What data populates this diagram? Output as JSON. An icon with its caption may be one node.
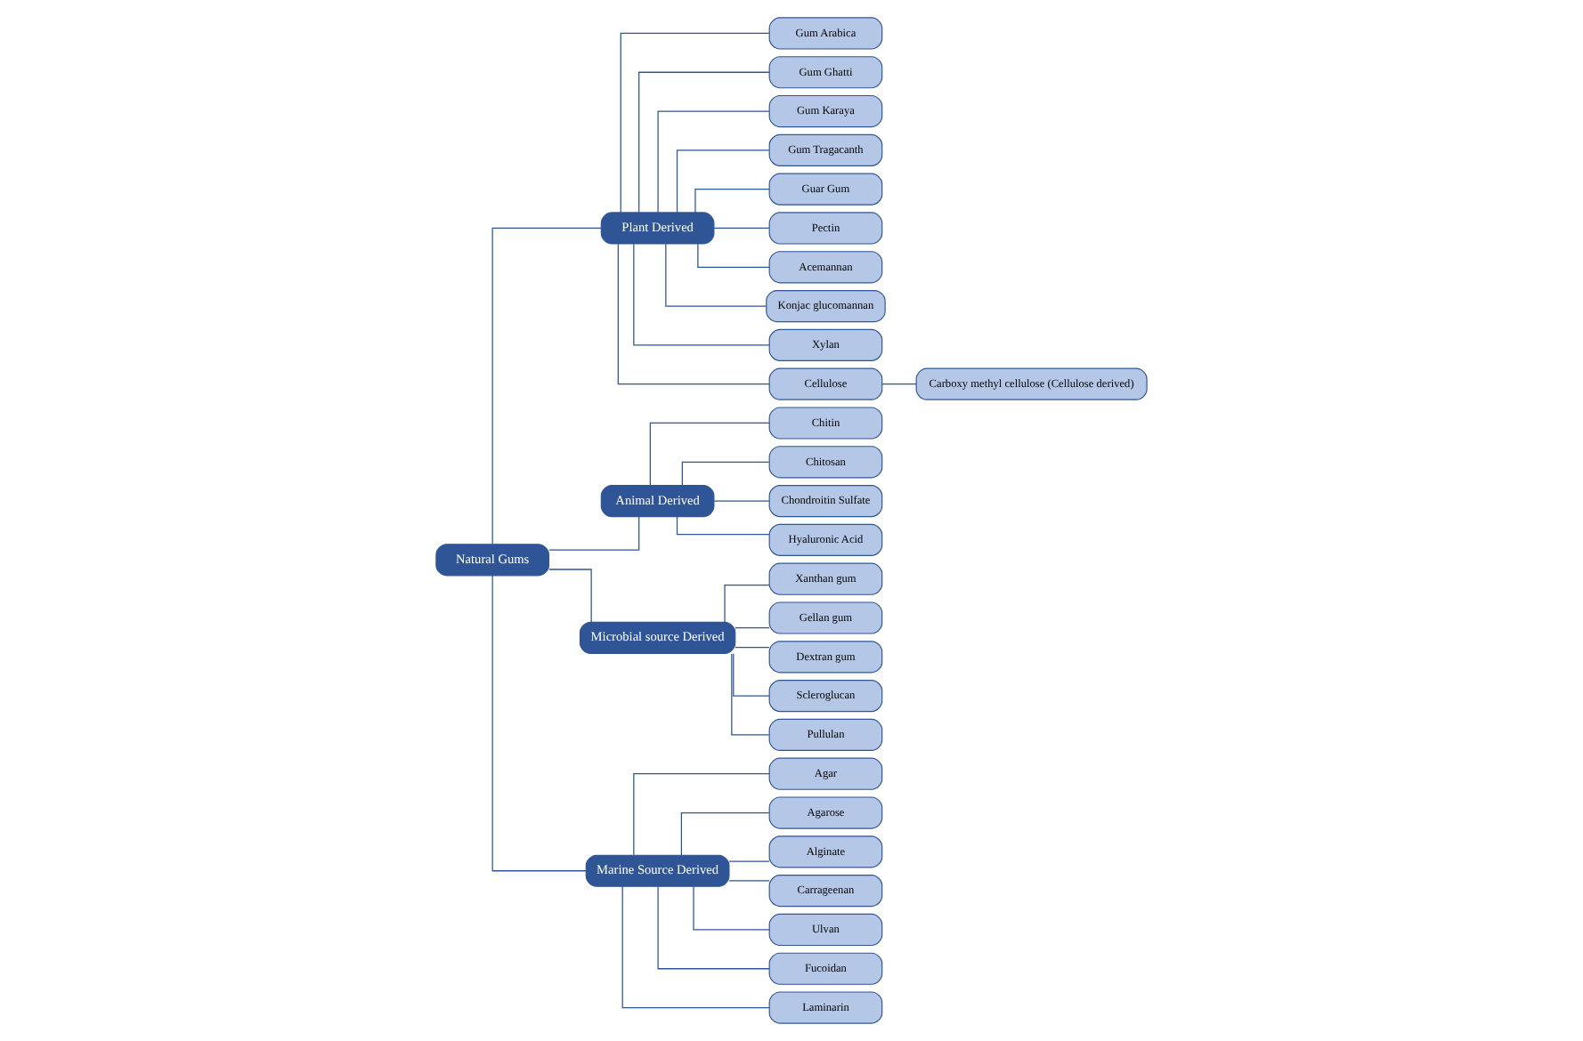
{
  "diagram": {
    "nodes": [
      {
        "text": [
          "Natural Gums"
        ]
      },
      {
        "text": [
          "Plant Derived"
        ]
      },
      {
        "text": [
          "Animal Derived"
        ]
      },
      {
        "text": [
          "Microbial source Derived"
        ]
      },
      {
        "text": [
          "Marine Source Derived"
        ]
      },
      {
        "text": [
          "Gum Arabica"
        ]
      },
      {
        "text": [
          "Gum Ghatti"
        ]
      },
      {
        "text": [
          "Gum Karaya"
        ]
      },
      {
        "text": [
          "Gum Tragacanth"
        ]
      },
      {
        "text": [
          "Guar Gum"
        ]
      },
      {
        "text": [
          "Pectin"
        ]
      },
      {
        "text": [
          "Acemannan"
        ]
      },
      {
        "text": [
          "Konjac glucomannan"
        ]
      },
      {
        "text": [
          "Xylan"
        ]
      },
      {
        "text": [
          "Cellulose"
        ]
      },
      {
        "text": [
          "Carboxy methyl cellulose (Cellulose derived)"
        ]
      },
      {
        "text": [
          "Chitin"
        ]
      },
      {
        "text": [
          "Chitosan"
        ]
      },
      {
        "text": [
          "Chondroitin Sulfate"
        ]
      },
      {
        "text": [
          "Hyaluronic Acid"
        ]
      },
      {
        "text": [
          "Xanthan gum"
        ]
      },
      {
        "text": [
          "Gellan gum"
        ]
      },
      {
        "text": [
          "Dextran gum"
        ]
      },
      {
        "text": [
          "Scleroglucan"
        ]
      },
      {
        "text": [
          "Pullulan"
        ]
      },
      {
        "text": [
          "Agar"
        ]
      },
      {
        "text": [
          "Agarose"
        ]
      },
      {
        "text": [
          "Alginate"
        ]
      },
      {
        "text": [
          "Carrageenan"
        ]
      },
      {
        "text": [
          "Ulvan"
        ]
      },
      {
        "text": [
          "Fucoidan"
        ]
      },
      {
        "text": [
          "Laminarin"
        ]
      }
    ],
    "edges": [
      {
        "from": 0,
        "to": 1,
        "arrow": "none"
      },
      {
        "from": 0,
        "to": 2,
        "arrow": "none"
      },
      {
        "from": 0,
        "to": 3,
        "arrow": "none"
      },
      {
        "from": 0,
        "to": 4,
        "arrow": "none"
      },
      {
        "from": 1,
        "to": 5,
        "arrow": "none"
      },
      {
        "from": 1,
        "to": 6,
        "arrow": "none"
      },
      {
        "from": 1,
        "to": 7,
        "arrow": "none"
      },
      {
        "from": 1,
        "to": 8,
        "arrow": "none"
      },
      {
        "from": 1,
        "to": 9,
        "arrow": "none"
      },
      {
        "from": 1,
        "to": 10,
        "arrow": "none"
      },
      {
        "from": 1,
        "to": 11,
        "arrow": "none"
      },
      {
        "from": 1,
        "to": 12,
        "arrow": "none"
      },
      {
        "from": 1,
        "to": 13,
        "arrow": "none"
      },
      {
        "from": 1,
        "to": 14,
        "arrow": "none"
      },
      {
        "from": 14,
        "to": 15,
        "arrow": "none"
      },
      {
        "from": 2,
        "to": 16,
        "arrow": "none"
      },
      {
        "from": 2,
        "to": 17,
        "arrow": "none"
      },
      {
        "from": 2,
        "to": 18,
        "arrow": "none"
      },
      {
        "from": 2,
        "to": 19,
        "arrow": "none"
      },
      {
        "from": 3,
        "to": 20,
        "arrow": "none"
      },
      {
        "from": 3,
        "to": 21,
        "arrow": "none"
      },
      {
        "from": 3,
        "to": 22,
        "arrow": "none"
      },
      {
        "from": 3,
        "to": 23,
        "arrow": "none"
      },
      {
        "from": 3,
        "to": 24,
        "arrow": "none"
      },
      {
        "from": 4,
        "to": 25,
        "arrow": "none"
      },
      {
        "from": 4,
        "to": 26,
        "arrow": "none"
      },
      {
        "from": 4,
        "to": 27,
        "arrow": "none"
      },
      {
        "from": 4,
        "to": 28,
        "arrow": "none"
      },
      {
        "from": 4,
        "to": 29,
        "arrow": "none"
      },
      {
        "from": 4,
        "to": 30,
        "arrow": "none"
      },
      {
        "from": 4,
        "to": 31,
        "arrow": "none"
      }
    ]
  }
}
